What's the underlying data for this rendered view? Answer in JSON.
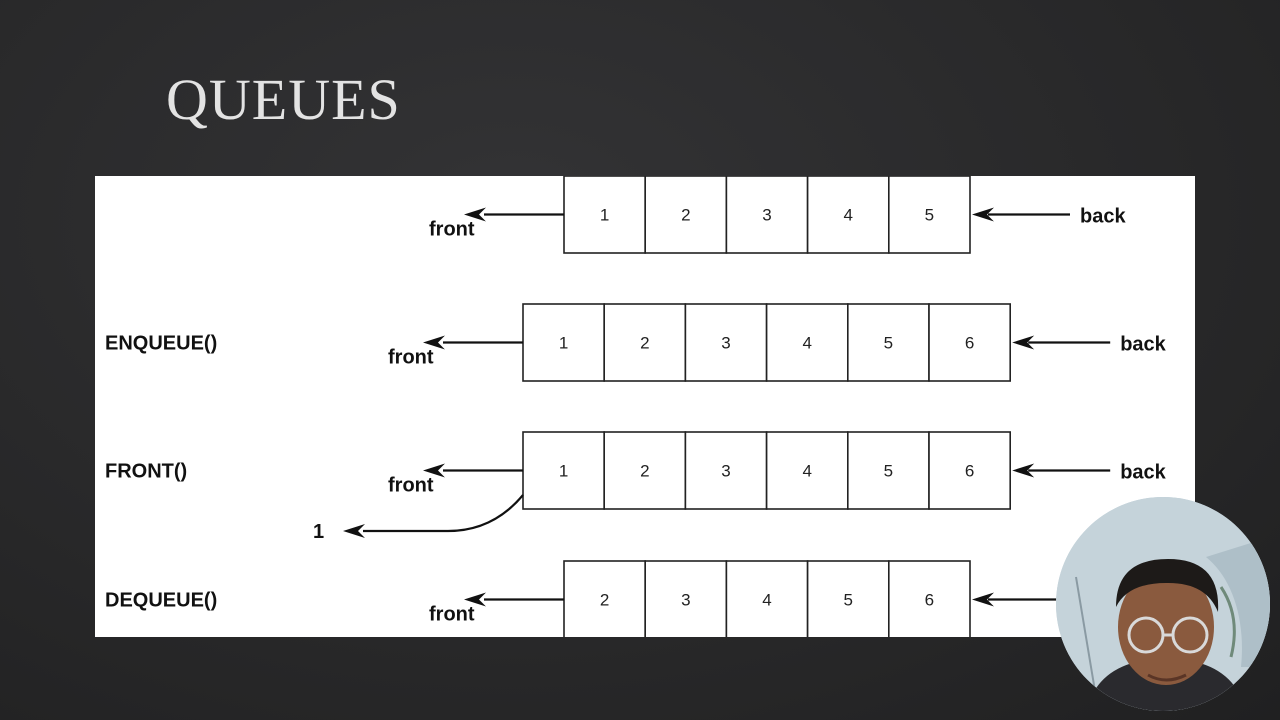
{
  "slide": {
    "title": "QUEUES"
  },
  "diagram": {
    "rows": [
      {
        "operation": "",
        "front_label": "front",
        "back_label": "back",
        "cells": [
          "1",
          "2",
          "3",
          "4",
          "5"
        ]
      },
      {
        "operation": "ENQUEUE()",
        "front_label": "front",
        "back_label": "back",
        "cells": [
          "1",
          "2",
          "3",
          "4",
          "5",
          "6"
        ]
      },
      {
        "operation": "FRONT()",
        "front_label": "front",
        "back_label": "back",
        "cells": [
          "1",
          "2",
          "3",
          "4",
          "5",
          "6"
        ],
        "returned_value": "1"
      },
      {
        "operation": "DEQUEUE()",
        "front_label": "front",
        "back_label": "",
        "cells": [
          "2",
          "3",
          "4",
          "5",
          "6"
        ]
      }
    ]
  },
  "webcam": {
    "icon": "presenter-webcam"
  }
}
